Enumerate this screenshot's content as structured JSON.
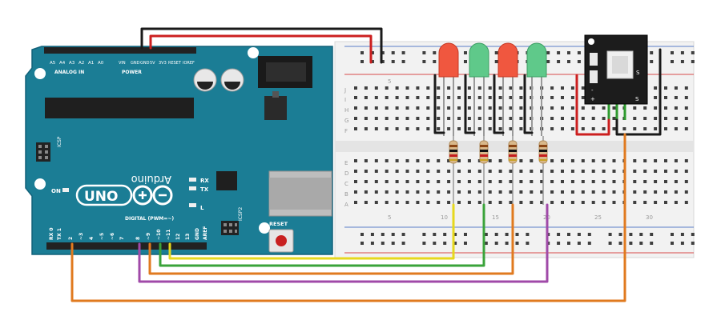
{
  "arduino": {
    "brand_text": "Arduino",
    "model_text": "UNO",
    "analog_header_label": "ANALOG IN",
    "power_header_label": "POWER",
    "analog_pins": [
      "A5",
      "A4",
      "A3",
      "A2",
      "A1",
      "A0"
    ],
    "power_pins": [
      "VIN",
      "GND",
      "GND",
      "5V",
      "3V3",
      "RESET",
      "IOREF"
    ],
    "digital_header_label": "DIGITAL (PWM=~)",
    "digital_pins": [
      "RX 0",
      "TX 1",
      "2",
      "~3",
      "4",
      "~5",
      "~6",
      "7",
      "8",
      "~9",
      "~10",
      "~11",
      "12",
      "13",
      "GND",
      "AREF"
    ],
    "icsp_label": "ICSP",
    "icsp2_label": "ICSP2",
    "on_label": "ON",
    "tx_label": "TX",
    "rx_label": "RX",
    "l_label": "L",
    "reset_label": "RESET"
  },
  "breadboard": {
    "row_letters_top": [
      "J",
      "I",
      "H",
      "G",
      "F"
    ],
    "row_letters_bottom": [
      "E",
      "D",
      "C",
      "B",
      "A"
    ],
    "column_numbers": [
      "5",
      "10",
      "15",
      "20",
      "25",
      "30"
    ]
  },
  "ir_module": {
    "labels": [
      "S",
      "S",
      "-",
      "+"
    ]
  },
  "colors": {
    "board": "#1b7d95",
    "wire_red": "#cc1f1f",
    "wire_black": "#1a1a1a",
    "wire_yellow": "#e6d81e",
    "wire_green": "#3aa33a",
    "wire_orange": "#e07a1f",
    "wire_purple": "#a04aa8",
    "led_red": "#f0573f",
    "led_green": "#5fc98a"
  }
}
